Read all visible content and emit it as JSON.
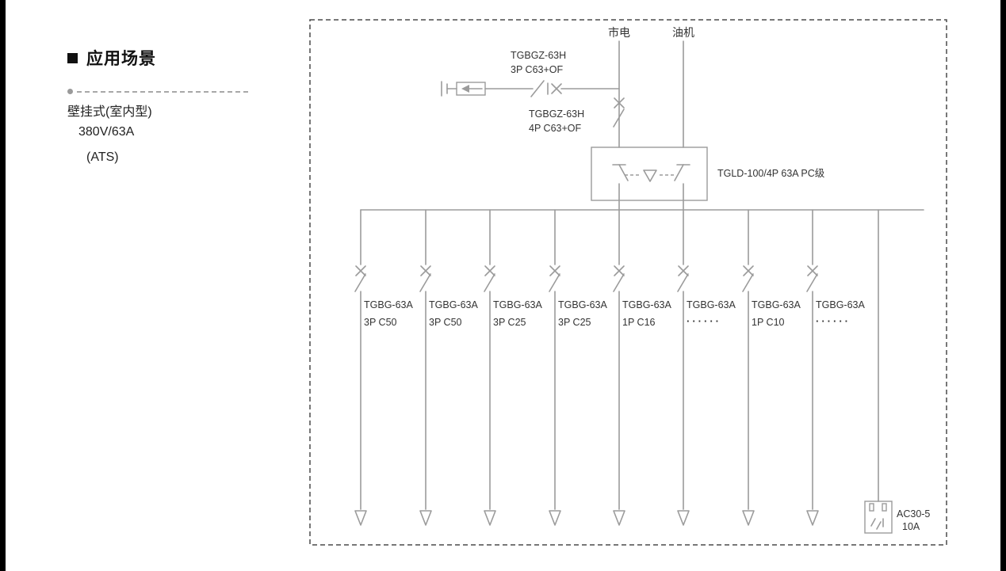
{
  "left_panel": {
    "heading": "应用场景",
    "line1": "壁挂式(室内型)",
    "line2": "380V/63A",
    "line3": "(ATS)"
  },
  "diagram": {
    "source_mains": "市电",
    "source_generator": "油机",
    "spd_breaker": {
      "line1": "TGBGZ-63H",
      "line2": "3P C63+OF"
    },
    "main_breaker": {
      "line1": "TGBGZ-63H",
      "line2": "4P C63+OF"
    },
    "ats_label": "TGLD-100/4P 63A PC级",
    "socket": {
      "model": "AC30-5",
      "rating": "10A"
    },
    "branches": [
      {
        "line1": "TGBG-63A",
        "line2": "3P C50"
      },
      {
        "line1": "TGBG-63A",
        "line2": "3P C50"
      },
      {
        "line1": "TGBG-63A",
        "line2": "3P C25"
      },
      {
        "line1": "TGBG-63A",
        "line2": "3P C25"
      },
      {
        "line1": "TGBG-63A",
        "line2": "1P C16"
      },
      {
        "line1": "TGBG-63A",
        "line2": "······"
      },
      {
        "line1": "TGBG-63A",
        "line2": "1P C10"
      },
      {
        "line1": "TGBG-63A",
        "line2": "······"
      }
    ]
  }
}
